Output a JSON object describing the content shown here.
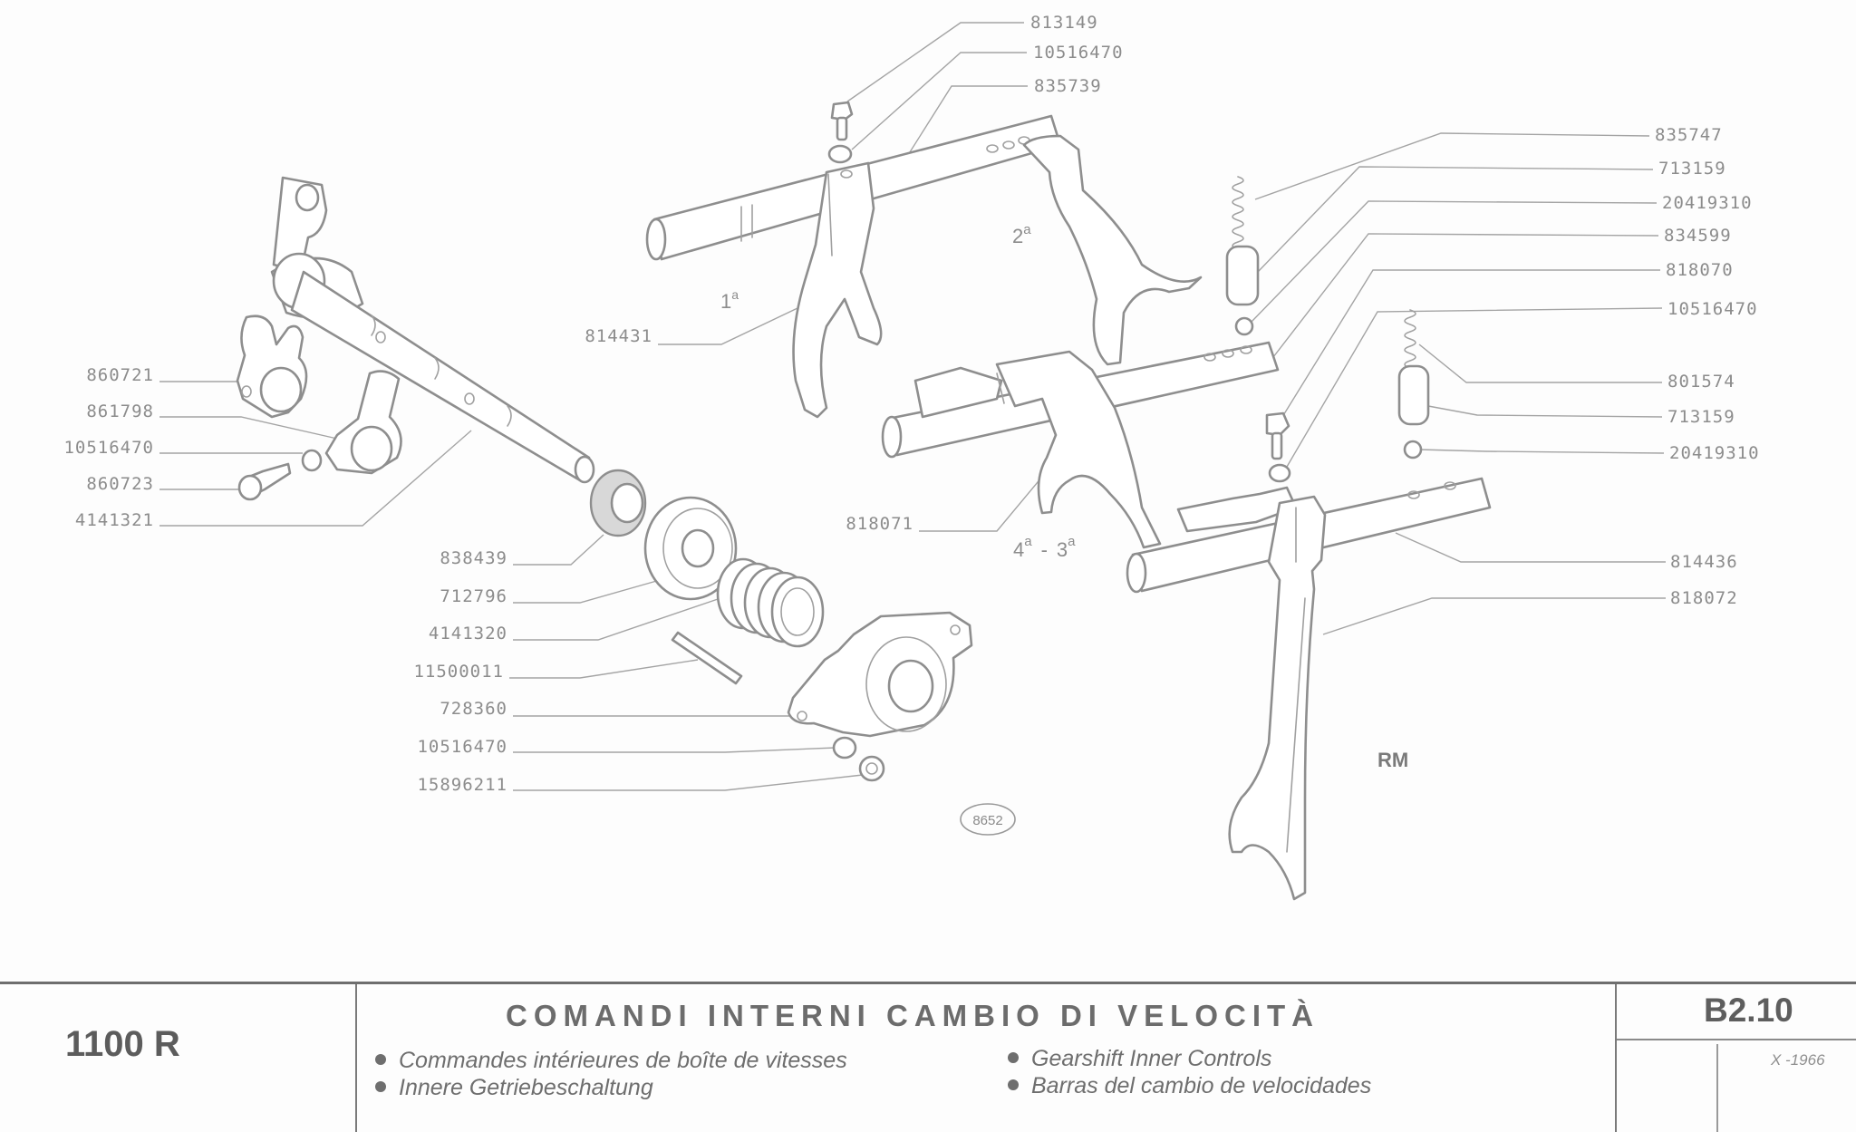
{
  "document": {
    "model": "1100 R",
    "title": "COMANDI INTERNI CAMBIO DI VELOCITÀ",
    "subtitles": [
      "Commandes intérieures de boîte de vitesses",
      "Innere Getriebeschaltung",
      "Gearshift Inner Controls",
      "Barras del cambio de velocidades"
    ],
    "plate_code": "B2.10",
    "date": "X -1966",
    "drawing_number": "8652"
  },
  "gear_labels": {
    "first": {
      "base": "1",
      "sup": "a"
    },
    "second": {
      "base": "2",
      "sup": "a"
    },
    "third_fourth": {
      "base1": "4",
      "sup1": "a",
      "sep": "-",
      "base2": "3",
      "sup2": "a"
    },
    "reverse": "RM"
  },
  "part_labels": {
    "top": [
      "813149",
      "10516470",
      "835739"
    ],
    "right_upper": [
      "835747",
      "713159",
      "20419310",
      "834599",
      "818070",
      "10516470"
    ],
    "right_middle": [
      "801574",
      "713159",
      "20419310"
    ],
    "right_lower": [
      "814436",
      "818072"
    ],
    "left": [
      "860721",
      "861798",
      "10516470",
      "860723",
      "4141321"
    ],
    "center_left": [
      "838439",
      "712796",
      "4141320",
      "11500011",
      "728360",
      "10516470",
      "15896211"
    ],
    "fork_first": "814431",
    "fork_third_fourth": "818071"
  }
}
